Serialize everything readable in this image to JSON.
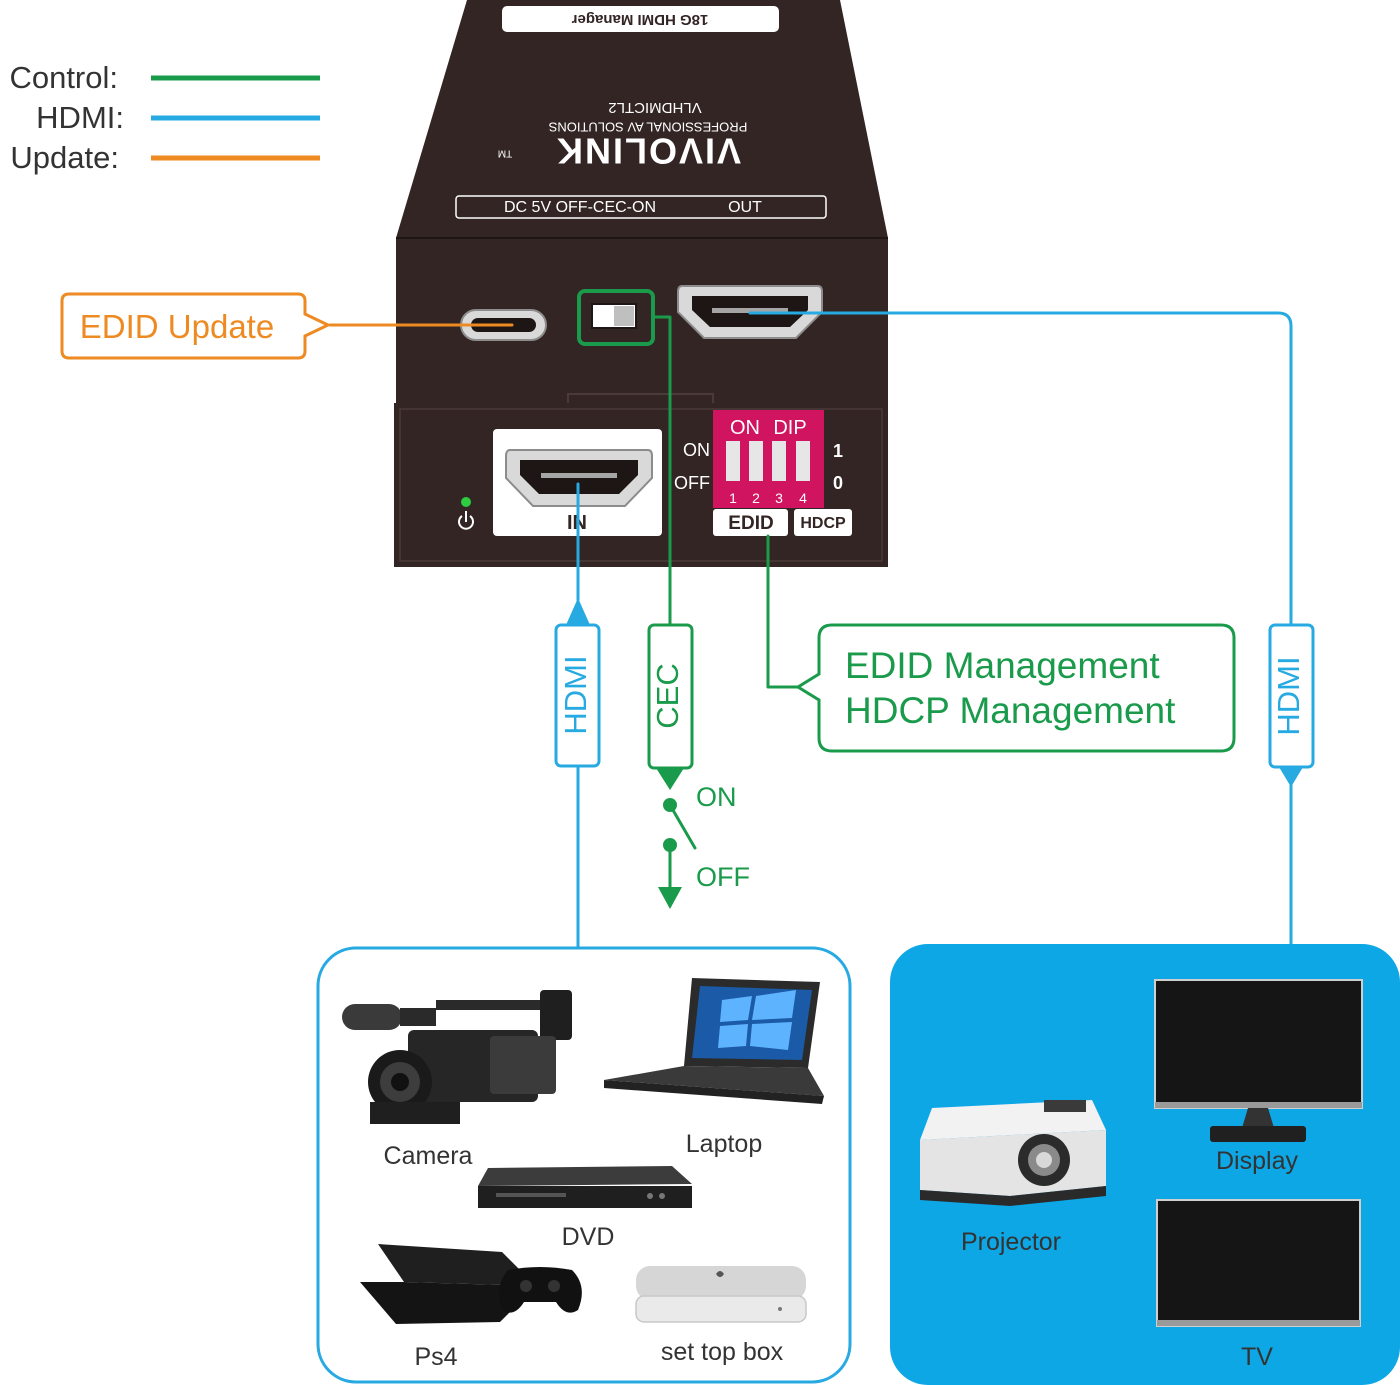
{
  "legend": {
    "control_label": "Control:",
    "hdmi_label": "HDMI:",
    "update_label": "Update:",
    "control_color": "#1a9b4b",
    "hdmi_color": "#27a9e1",
    "update_color": "#ee8a22"
  },
  "device": {
    "model_plate": "18G HDMI Manager",
    "brand": "VIVOLINK",
    "trademark": "TM",
    "tagline": "PROFESSIONAL AV SOLUTIONS",
    "model_code": "VLHDMICTL2",
    "top_panel_label_left": "DC 5V OFF-CEC-ON",
    "top_panel_label_right": "OUT",
    "in_port_label": "IN",
    "dip": {
      "header_on": "ON",
      "header_dip": "DIP",
      "side_on": "ON",
      "side_off": "OFF",
      "numbers": [
        "1",
        "2",
        "3",
        "4"
      ],
      "state_one": "1",
      "state_zero": "0",
      "edid_label": "EDID",
      "hdcp_label": "HDCP"
    },
    "power_icon": "power-icon",
    "body_color": "#322523",
    "dip_color": "#d0145f"
  },
  "callouts": {
    "edid_update": "EDID Update",
    "management_line1": "EDID Management",
    "management_line2": "HDCP Management"
  },
  "links": {
    "hdmi_in": "HDMI",
    "cec": "CEC",
    "hdmi_out": "HDMI",
    "switch_on": "ON",
    "switch_off": "OFF"
  },
  "sources": {
    "camera": "Camera",
    "laptop": "Laptop",
    "dvd": "DVD",
    "ps4": "Ps4",
    "set_top_box": "set top box"
  },
  "displays": {
    "display": "Display",
    "projector": "Projector",
    "tv": "TV"
  }
}
